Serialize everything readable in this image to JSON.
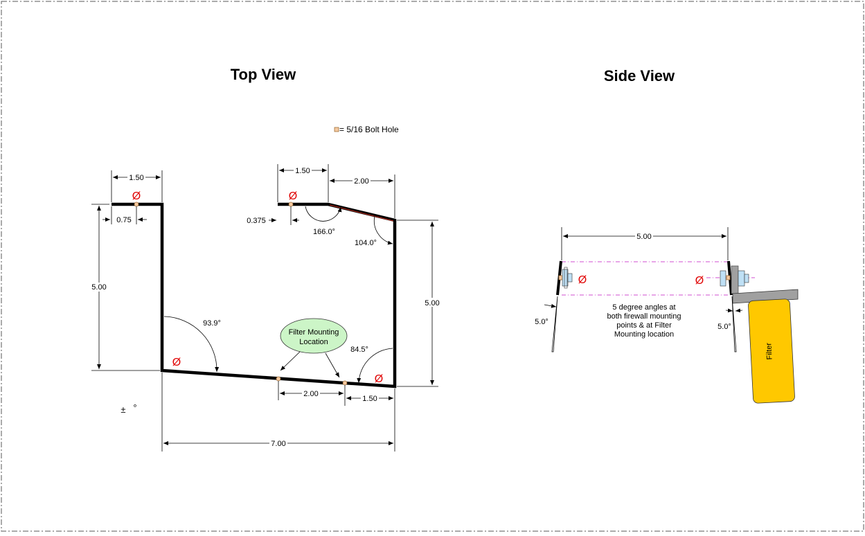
{
  "titles": {
    "top_view": "Top View",
    "side_view": "Side View"
  },
  "legend": {
    "text": "= 5/16 Bolt Hole"
  },
  "top_view": {
    "dims": {
      "left_tab_width": "1.50",
      "left_hole_offset": "0.75",
      "left_height": "5.00",
      "right_tab_width": "1.50",
      "right_slope_width": "2.00",
      "right_hole_offset": "0.375",
      "right_height": "5.00",
      "bottom_hole_spacing": "2.00",
      "bottom_right_offset": "1.50",
      "overall_width": "7.00"
    },
    "angles": {
      "a1": "166.0°",
      "a2": "104.0°",
      "a3": "93.9°",
      "a4": "84.5°"
    },
    "callout": {
      "line1": "Filter Mounting",
      "line2": "Location"
    },
    "tolerance": {
      "symbol": "±",
      "degree": "°"
    },
    "phi": "Ø"
  },
  "side_view": {
    "dims": {
      "span": "5.00"
    },
    "angle_left": "5.0°",
    "angle_right": "5.0°",
    "note": [
      "5 degree angles at",
      "both firewall mounting",
      "points & at Filter",
      "Mounting location"
    ],
    "filter_label": "Filter",
    "phi": "Ø"
  },
  "colors": {
    "phi": "#e00000",
    "hole": "#f5c9a0",
    "callout_fill": "#ccf5c7",
    "filter_fill": "#ffc800",
    "bracket_fill": "#a0a0a0",
    "bolt_fill": "#bfe0f5",
    "centerline": "#d24dd2"
  }
}
